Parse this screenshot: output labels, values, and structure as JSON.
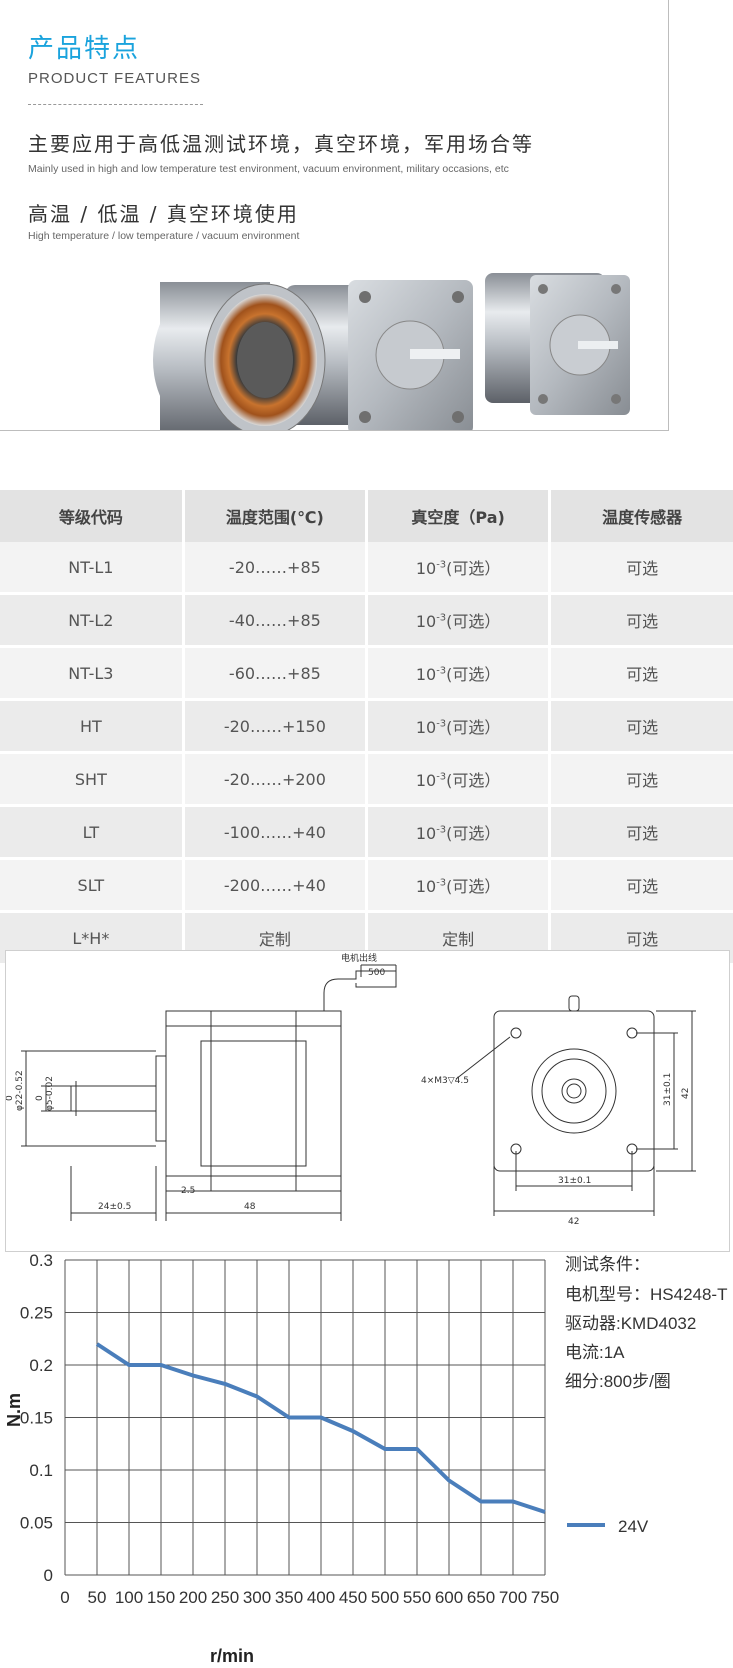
{
  "features": {
    "title": "产品特点",
    "subtitle": "PRODUCT  FEATURES",
    "line1_zh": "主要应用于高低温测试环境，真空环境，军用场合等",
    "line1_en": "Mainly used in high and low temperature test environment, vacuum environment, military occasions, etc",
    "line2_zh": "高温 / 低温  / 真空环境使用",
    "line2_en": "High temperature / low temperature / vacuum environment"
  },
  "table": {
    "headers": [
      "等级代码",
      "温度范围(℃)",
      "真空度（Pa)",
      "温度传感器"
    ],
    "rows": [
      {
        "code": "NT-L1",
        "range": "-20……+85",
        "vacuum_base": "10",
        "vacuum_exp": "-3",
        "vacuum_note": "(可选）",
        "sensor": "可选"
      },
      {
        "code": "NT-L2",
        "range": "-40……+85",
        "vacuum_base": "10",
        "vacuum_exp": "-3",
        "vacuum_note": "(可选）",
        "sensor": "可选"
      },
      {
        "code": "NT-L3",
        "range": "-60……+85",
        "vacuum_base": "10",
        "vacuum_exp": "-3",
        "vacuum_note": "(可选）",
        "sensor": "可选"
      },
      {
        "code": "HT",
        "range": "-20……+150",
        "vacuum_base": "10",
        "vacuum_exp": "-3",
        "vacuum_note": "(可选）",
        "sensor": "可选"
      },
      {
        "code": "SHT",
        "range": "-20……+200",
        "vacuum_base": "10",
        "vacuum_exp": "-3",
        "vacuum_note": "(可选）",
        "sensor": "可选"
      },
      {
        "code": "LT",
        "range": "-100……+40",
        "vacuum_base": "10",
        "vacuum_exp": "-3",
        "vacuum_note": "(可选）",
        "sensor": "可选"
      },
      {
        "code": "SLT",
        "range": "-200……+40",
        "vacuum_base": "10",
        "vacuum_exp": "-3",
        "vacuum_note": "(可选）",
        "sensor": "可选"
      },
      {
        "code": "L*H*",
        "range": "定制",
        "vacuum_base": "定制",
        "vacuum_exp": "",
        "vacuum_note": "",
        "sensor": "可选"
      }
    ]
  },
  "drawing": {
    "lead_label": "电机出线",
    "lead_len": "500",
    "shaft_dia": "φ5-0.02",
    "shaft_dia_top": "0",
    "boss_dia": "φ22-0.52",
    "boss_dia_top": "0",
    "shaft_len": "24±0.5",
    "flange_len": "2.5",
    "body_len": "48",
    "holes": "4×M3▽4.5",
    "hole_pitch_v": "31±0.1",
    "hole_pitch_h": "31±0.1",
    "frame_size_v": "42",
    "frame_size_h": "42"
  },
  "chart_data": {
    "type": "line",
    "xlabel": "r/min",
    "ylabel": "N.m",
    "xlim": [
      0,
      750
    ],
    "ylim": [
      0,
      0.3
    ],
    "xticks": [
      0,
      50,
      100,
      150,
      200,
      250,
      300,
      350,
      400,
      450,
      500,
      550,
      600,
      650,
      700,
      750
    ],
    "yticks": [
      "0",
      "0.05",
      "0.1",
      "0.15",
      "0.2",
      "0.25",
      "0.3"
    ],
    "ytick_values": [
      0,
      0.05,
      0.1,
      0.15,
      0.2,
      0.25,
      0.3
    ],
    "grid": true,
    "series": [
      {
        "name": "24V",
        "color": "#4a7ebb",
        "x": [
          50,
          100,
          150,
          200,
          250,
          300,
          350,
          400,
          450,
          500,
          550,
          600,
          650,
          700,
          750
        ],
        "y": [
          0.22,
          0.2,
          0.2,
          0.19,
          0.182,
          0.17,
          0.15,
          0.15,
          0.137,
          0.12,
          0.12,
          0.09,
          0.07,
          0.07,
          0.06
        ]
      }
    ],
    "conditions": [
      "测试条件：",
      "电机型号：HS4248-T",
      "驱动器:KMD4032",
      "电流:1A",
      "细分:800步/圈"
    ]
  }
}
